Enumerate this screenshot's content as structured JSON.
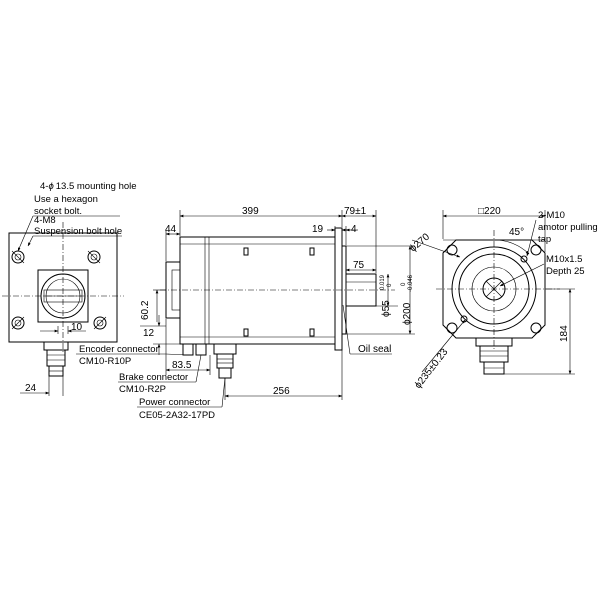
{
  "left_view": {
    "mounting_hole_1": "4-",
    "phi_symbol": "ϕ",
    "mounting_hole_2": "13.5 mounting hole",
    "mounting_note_1": "Use a hexagon",
    "mounting_note_2": "socket bolt.",
    "suspension_1": "4-M8",
    "suspension_2": "Suspension bolt hole",
    "dim_10": "10",
    "dim_24": "24"
  },
  "side_view": {
    "dim_399": "399",
    "dim_79": "79±1",
    "dim_44": "44",
    "dim_19": "19",
    "dim_4": "4",
    "dim_75": "75",
    "dim_60_2": "60.2",
    "dim_12": "12",
    "dim_83_5": "83.5",
    "dim_256": "256",
    "shaft_dia": "ϕ55",
    "shaft_tol_upper": "0.019",
    "shaft_tol_lower": "0",
    "pilot_dia": "ϕ200",
    "pilot_tol_upper": "0",
    "pilot_tol_lower": "-0.046",
    "oil_seal": "Oil seal",
    "encoder_label": "Encoder connector",
    "encoder_part": "CM10-R10P",
    "brake_label": "Brake connector",
    "brake_part": "CM10-R2P",
    "power_label": "Power connector",
    "power_part": "CE05-2A32-17PD"
  },
  "front_view": {
    "square": "□220",
    "tap_1": "2-M10",
    "tap_2": "amotor pulling",
    "tap_3": "tap",
    "dia_270": "ϕ270",
    "angle_45": "45°",
    "thread_1": "M10x1.5",
    "thread_2": "Depth 25",
    "dim_184": "184",
    "dia_235": "ϕ235±0.23"
  }
}
